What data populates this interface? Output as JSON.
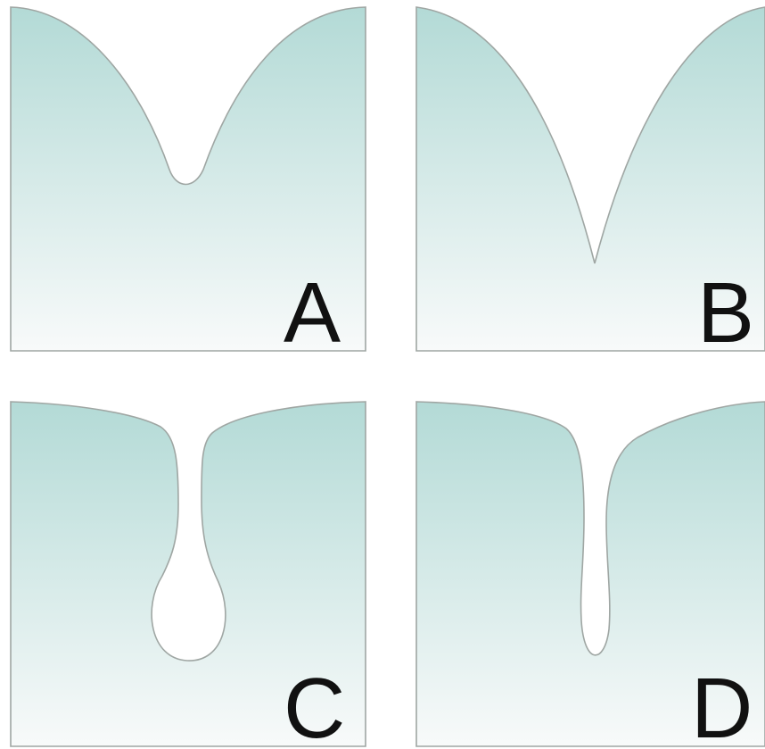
{
  "colors": {
    "fill_top": "#b3dad6",
    "fill_bottom": "#f8fafa",
    "outline": "#9fa6a3",
    "label": "#111111",
    "background": "#ffffff"
  },
  "panels": [
    {
      "label": "A"
    },
    {
      "label": "B"
    },
    {
      "label": "C"
    },
    {
      "label": "D"
    }
  ]
}
